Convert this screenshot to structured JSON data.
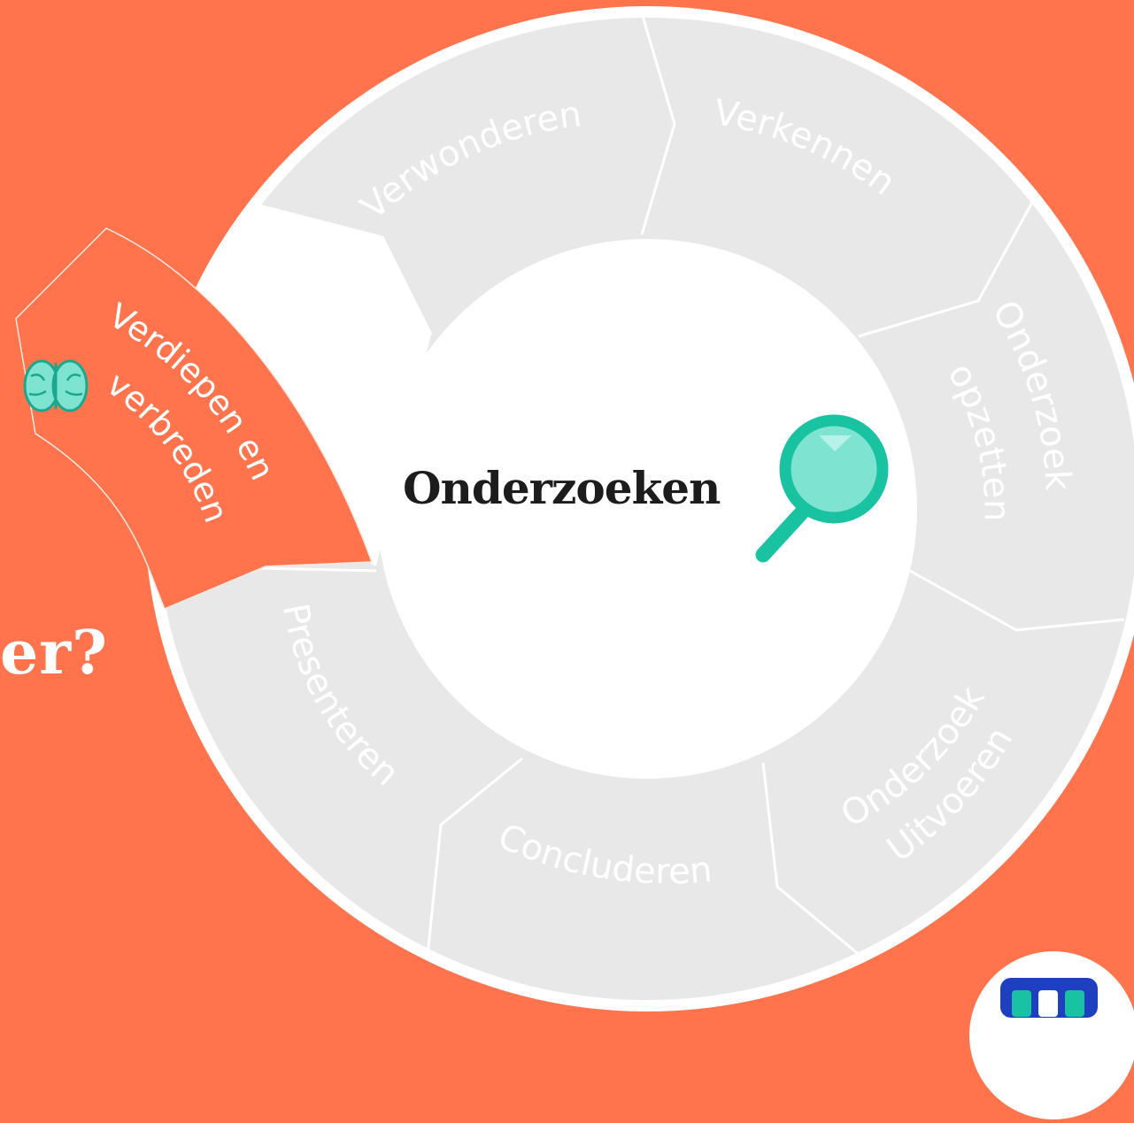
{
  "heading_fragment": "er?",
  "center": {
    "title": "Onderzoeken",
    "icon": "magnifier-icon"
  },
  "segments": [
    {
      "id": "verwonderen",
      "lines": [
        "Verwonderen"
      ]
    },
    {
      "id": "verkennen",
      "lines": [
        "Verkennen"
      ]
    },
    {
      "id": "onderzoek-opzetten",
      "lines": [
        "Onderzoek",
        "opzetten"
      ]
    },
    {
      "id": "onderzoek-uitvoeren",
      "lines": [
        "Onderzoek",
        "Uitvoeren"
      ]
    },
    {
      "id": "concluderen",
      "lines": [
        "Concluderen"
      ]
    },
    {
      "id": "presenteren",
      "lines": [
        "Presenteren"
      ]
    },
    {
      "id": "verdiepen-verbreden",
      "lines": [
        "Verdiepen en",
        "verbreden"
      ],
      "active": true,
      "icon": "brain-icon"
    }
  ],
  "colors": {
    "background": "#ff744c",
    "segment_inactive": "#e8e8e8",
    "segment_active": "#ff744c",
    "accent_teal": "#19c3a1",
    "logo_blue": "#1d3fc0"
  }
}
